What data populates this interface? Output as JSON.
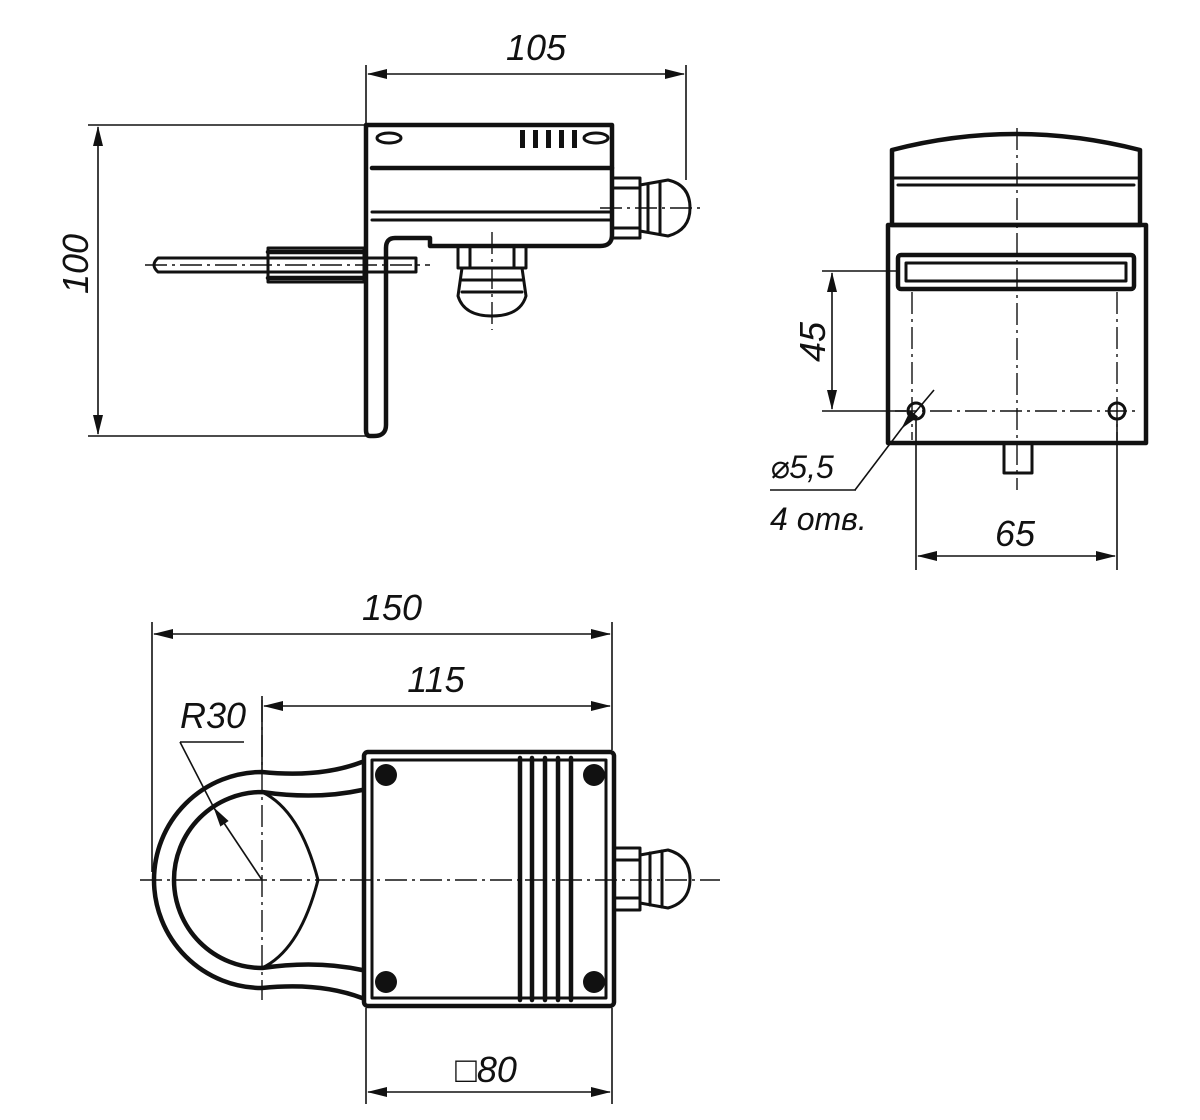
{
  "dimensions": {
    "side_width": "105",
    "side_height": "100",
    "front_hole_height": "45",
    "hole_diameter": "⌀5,5",
    "hole_count": "4 отв.",
    "front_hole_spacing": "65",
    "top_overall": "150",
    "top_to_center": "115",
    "clamp_radius": "R30",
    "box_square": "□80"
  },
  "colors": {
    "line": "#111111",
    "background": "#ffffff"
  }
}
